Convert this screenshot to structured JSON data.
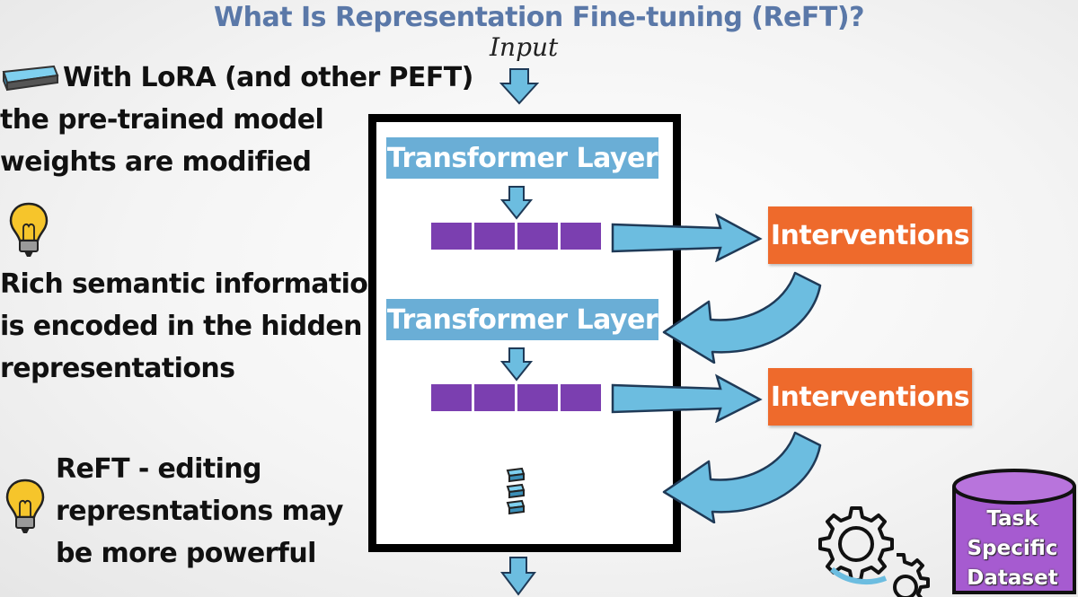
{
  "title": "What Is Representation Fine-tuning (ReFT)?",
  "input_label": "Input",
  "left_panel": {
    "lora_lines": [
      "With LoRA (and other PEFT)",
      "the pre-trained model",
      "weights are modified"
    ],
    "semantic_lines": [
      "Rich semantic information",
      "is encoded in the hidden",
      "representations"
    ],
    "reft_lines": [
      "ReFT - editing",
      "represntations may",
      "be more powerful"
    ]
  },
  "diagram": {
    "layer_labels": [
      "Transformer Layer",
      "Transformer Layer"
    ],
    "intervention_labels": [
      "Interventions",
      "Interventions"
    ],
    "dataset_lines": [
      "Task",
      "Specific",
      "Dataset"
    ],
    "colors": {
      "layer": "#6aaed6",
      "hidden": "#7b3fb0",
      "intervention": "#ee6a2c",
      "arrow": "#6cbde0",
      "dataset": "#a65bd0",
      "title": "#5a78a8"
    },
    "icons": [
      "memory-stick-icon",
      "lightbulb-icon",
      "lightbulb-icon",
      "gears-icon",
      "database-icon"
    ]
  }
}
